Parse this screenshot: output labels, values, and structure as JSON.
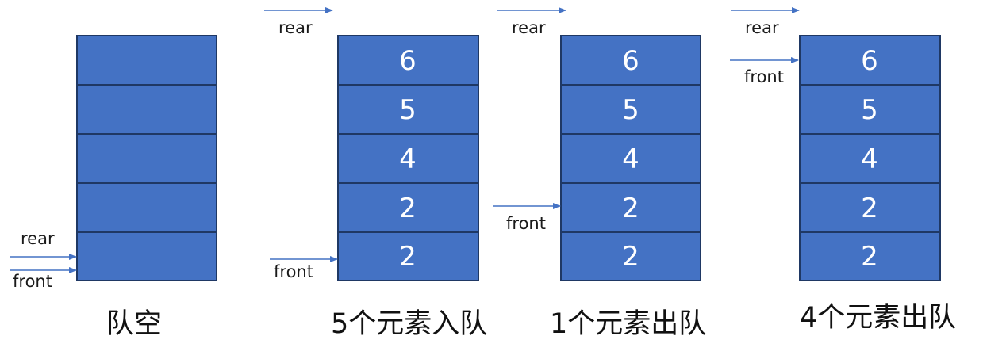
{
  "colors": {
    "cell_fill": "#4472C4",
    "cell_stroke": "#1F3864",
    "arrow": "#4472C4",
    "text_on_cell": "#FFFFFF",
    "text": "#111111"
  },
  "pointer_labels": {
    "rear": "rear",
    "front": "front"
  },
  "stacks": [
    {
      "caption": "队空",
      "cells": [
        "",
        "",
        "",
        "",
        ""
      ],
      "rear_at": "slot-bottom",
      "front_at": "slot-bottom"
    },
    {
      "caption": "5个元素入队",
      "cells": [
        "6",
        "5",
        "4",
        "2",
        "2"
      ],
      "rear_at": "above-top",
      "front_at": "slot-bottom"
    },
    {
      "caption": "1个元素出队",
      "cells": [
        "6",
        "5",
        "4",
        "2",
        "2"
      ],
      "rear_at": "above-top",
      "front_at": "slot-second-from-bottom"
    },
    {
      "caption": "4个元素出队",
      "cells": [
        "6",
        "5",
        "4",
        "2",
        "2"
      ],
      "rear_at": "above-top",
      "front_at": "slot-top"
    }
  ]
}
